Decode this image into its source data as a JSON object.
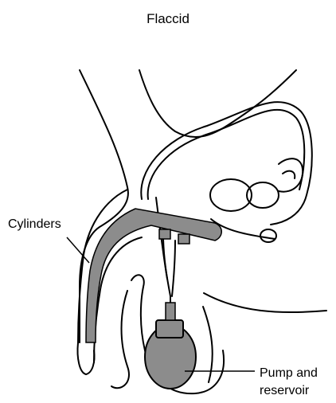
{
  "title": "Flaccid",
  "labels": {
    "cylinders": "Cylinders",
    "pump_line1": "Pump and",
    "pump_line2": "reservoir"
  },
  "colors": {
    "implant_fill": "#8c8c8c",
    "outline": "#000000",
    "background": "#ffffff"
  }
}
